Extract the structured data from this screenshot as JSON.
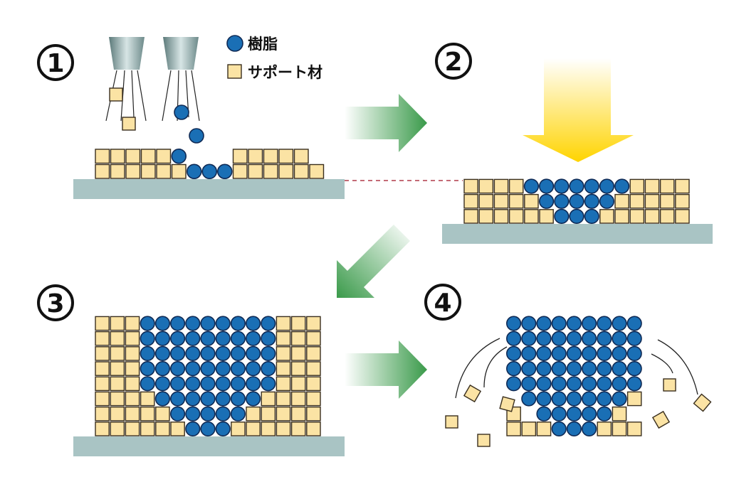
{
  "colors": {
    "resin": "#1a6fb5",
    "resin_stroke": "#0f2a55",
    "support": "#fbe3a4",
    "support_stroke": "#3a2f1e",
    "platform": "#a9c4c4",
    "dashed_line": "#b03a48",
    "arrow_green": "#3a9a4a",
    "uv_yellow": "#ffd400"
  },
  "legend": {
    "resin_label": "樹脂",
    "support_label": "サポート材"
  },
  "steps": [
    {
      "label": "1"
    },
    {
      "label": "2"
    },
    {
      "label": "3"
    },
    {
      "label": "4"
    }
  ],
  "icons": {
    "step_badge": "circled-number-icon",
    "process_arrow": "gradient-arrow-icon",
    "uv_lamp": "uv-light-arrow-icon",
    "nozzle": "print-nozzle-icon"
  }
}
